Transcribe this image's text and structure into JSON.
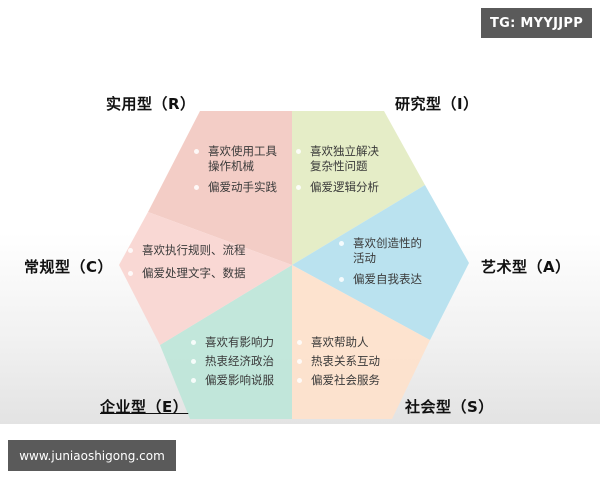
{
  "badge": {
    "text": "TG: MYYJJPP"
  },
  "watermark": {
    "text": "www.juniaoshigong.com"
  },
  "diagram": {
    "title": "",
    "colors": {
      "R": "#f2c8c0",
      "I": "#e4ecc4",
      "A": "#b6e0ee",
      "S": "#fde2cc",
      "E": "#bfe6d9",
      "C": "#f9d6d2"
    },
    "types": {
      "R": {
        "label": "实用型（R）",
        "traits": [
          {
            "lines": [
              "喜欢使用工具",
              "操作机械"
            ]
          },
          {
            "lines": [
              "偏爱动手实践"
            ]
          }
        ]
      },
      "I": {
        "label": "研究型（I）",
        "traits": [
          {
            "lines": [
              "喜欢独立解决",
              "复杂性问题"
            ]
          },
          {
            "lines": [
              "偏爱逻辑分析"
            ]
          }
        ]
      },
      "A": {
        "label": "艺术型（A）",
        "traits": [
          {
            "lines": [
              "喜欢创造性的",
              "活动"
            ]
          },
          {
            "lines": [
              "偏爱自我表达"
            ]
          }
        ]
      },
      "S": {
        "label": "社会型（S）",
        "traits": [
          {
            "lines": [
              "喜欢帮助人"
            ]
          },
          {
            "lines": [
              "热衷关系互动"
            ]
          },
          {
            "lines": [
              "偏爱社会服务"
            ]
          }
        ]
      },
      "E": {
        "label": "企业型（E）",
        "traits": [
          {
            "lines": [
              "喜欢有影响力"
            ]
          },
          {
            "lines": [
              "热衷经济政治"
            ]
          },
          {
            "lines": [
              "偏爱影响说服"
            ]
          }
        ]
      },
      "C": {
        "label": "常规型（C）",
        "traits": [
          {
            "lines": [
              "喜欢执行规则、流程"
            ]
          },
          {
            "lines": [
              "偏爱处理文字、数据"
            ]
          }
        ]
      }
    }
  }
}
